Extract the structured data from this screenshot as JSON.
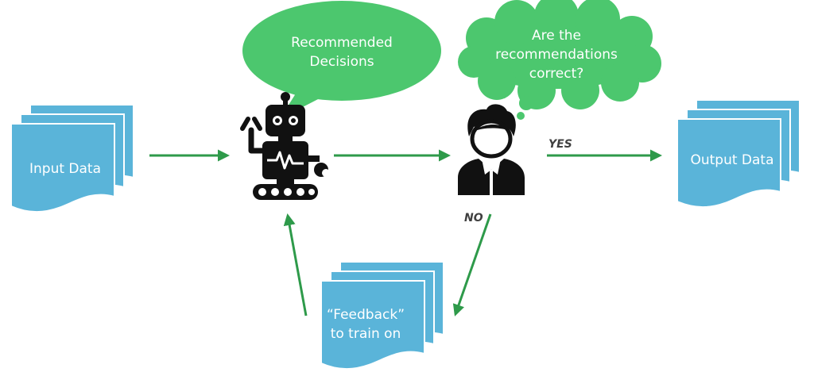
{
  "colors": {
    "document": "#5AB4D9",
    "document_edge": "#ffffff",
    "bubble": "#4CC76E",
    "arrow": "#2E9A4A",
    "icon": "#111111",
    "flow_label": "#404040"
  },
  "icons": {
    "robot": "robot-icon",
    "person": "person-icon"
  },
  "nodes": {
    "input_doc": {
      "label": "Input Data"
    },
    "output_doc": {
      "label": "Output Data"
    },
    "feedback_doc": {
      "label_line1": "“Feedback”",
      "label_line2": "to train on"
    },
    "speech_bubble": {
      "line1": "Recommended",
      "line2": "Decisions"
    },
    "thought_cloud": {
      "line1": "Are the",
      "line2": "recommendations",
      "line3": "correct?"
    }
  },
  "edges": {
    "yes_label": "YES",
    "no_label": "NO"
  }
}
